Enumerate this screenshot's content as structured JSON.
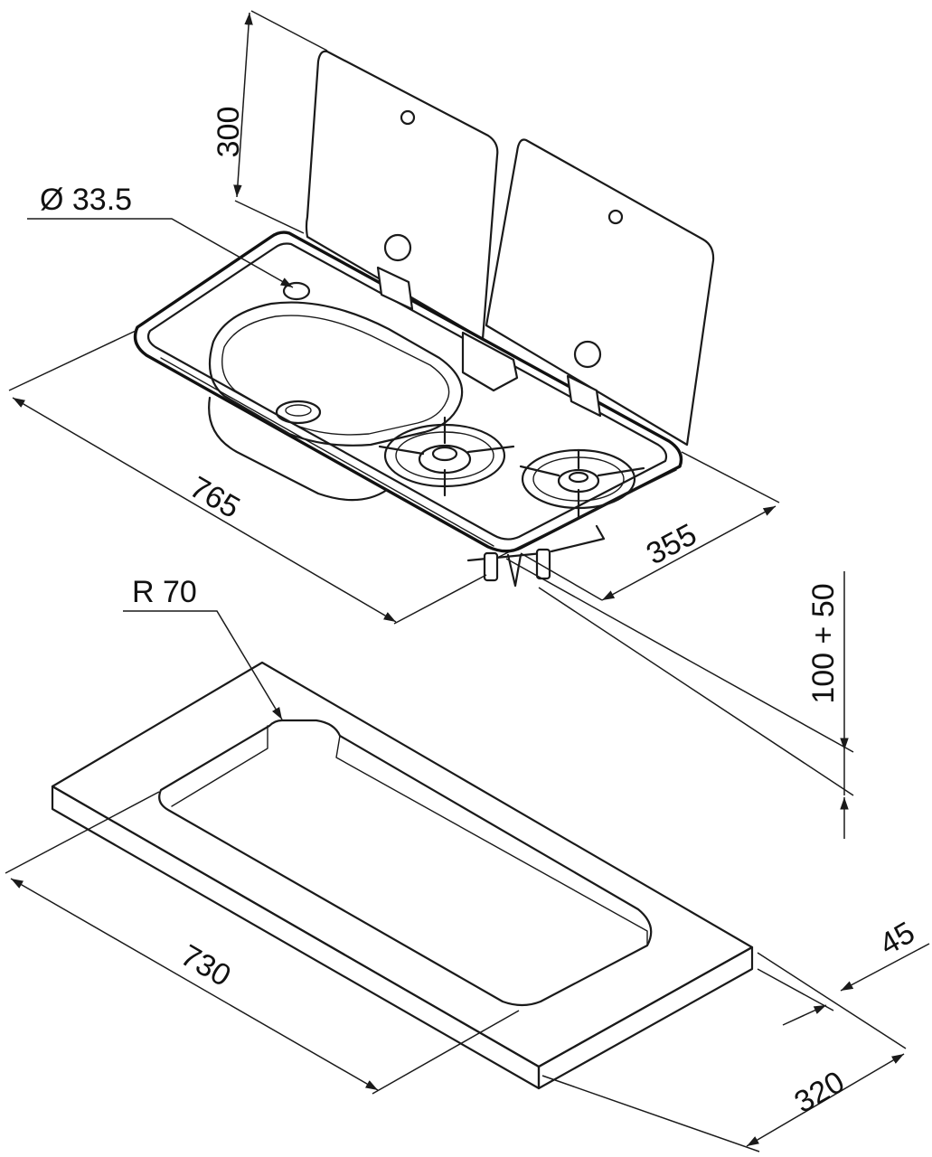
{
  "dimensions": {
    "lid_height": "300",
    "diameter": "Ø 33.5",
    "length_unit": "765",
    "depth_unit": "355",
    "clearance": "100 + 50",
    "corner_radius": "R 70",
    "cutout_length": "730",
    "cutout_depth": "320",
    "edge_offset": "45"
  },
  "colors": {
    "line": "#1a1a1a",
    "background": "#ffffff"
  }
}
